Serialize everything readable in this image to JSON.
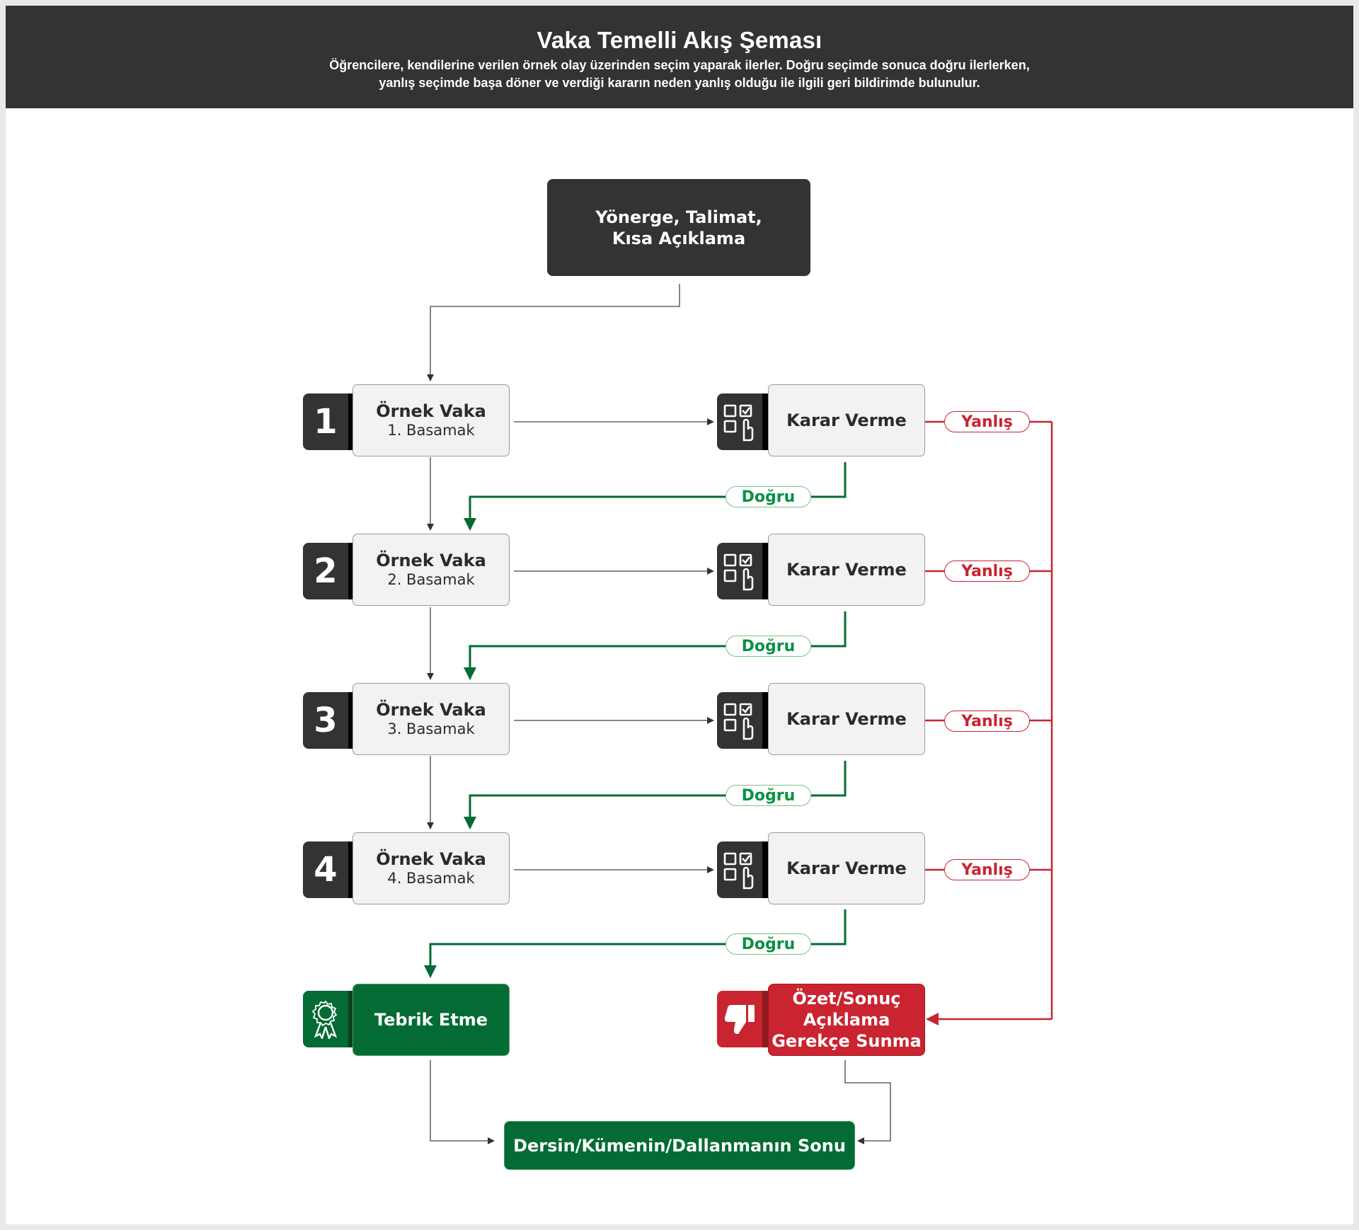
{
  "header": {
    "title": "Vaka Temelli Akış Şeması",
    "subtitle_line1": "Öğrencilere, kendilerine verilen örnek olay üzerinden seçim yaparak ilerler. Doğru seçimde sonuca doğru ilerlerken,",
    "subtitle_line2": "yanlış seçimde başa döner ve verdiği kararın neden yanlış olduğu ile ilgili geri bildirimde bulunulur."
  },
  "start": {
    "line1": "Yönerge, Talimat,",
    "line2": "Kısa Açıklama"
  },
  "steps": [
    {
      "number": "1",
      "title": "Örnek Vaka",
      "subtitle": "1. Basamak",
      "decision": "Karar Verme",
      "correct": "Doğru",
      "wrong": "Yanlış"
    },
    {
      "number": "2",
      "title": "Örnek Vaka",
      "subtitle": "2. Basamak",
      "decision": "Karar Verme",
      "correct": "Doğru",
      "wrong": "Yanlış"
    },
    {
      "number": "3",
      "title": "Örnek Vaka",
      "subtitle": "3. Basamak",
      "decision": "Karar Verme",
      "correct": "Doğru",
      "wrong": "Yanlış"
    },
    {
      "number": "4",
      "title": "Örnek Vaka",
      "subtitle": "4. Basamak",
      "decision": "Karar Verme",
      "correct": "Doğru",
      "wrong": "Yanlış"
    }
  ],
  "success": {
    "label": "Tebrik Etme",
    "icon": "award-ribbon-icon"
  },
  "failure": {
    "line1": "Özet/Sonuç",
    "line2": "Açıklama",
    "line3": "Gerekçe Sunma",
    "icon": "thumbs-down-icon"
  },
  "end": {
    "label": "Dersin/Kümenin/Dallanmanın Sonu"
  },
  "icons": {
    "decision": "checklist-hand-icon"
  },
  "colors": {
    "dark": "#333333",
    "light": "#f2f2f2",
    "green": "#046b35",
    "red": "#c9242f",
    "correct_text": "#079044"
  }
}
